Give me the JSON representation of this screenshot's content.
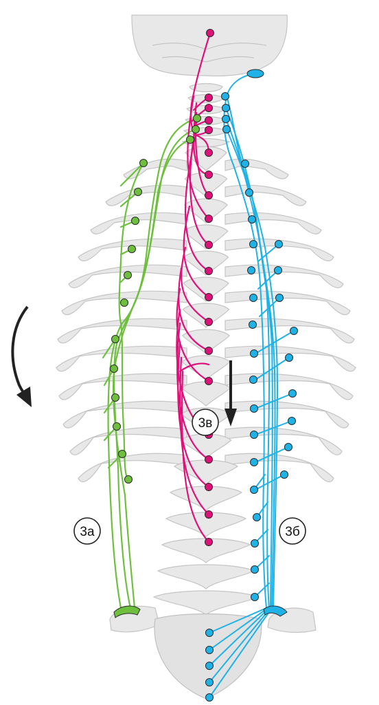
{
  "labels": {
    "left": "3а",
    "right": "3б",
    "center": "3в"
  },
  "colors": {
    "green": "#6fbf3f",
    "magenta": "#e0107a",
    "cyan": "#1fb2e6",
    "bone": "#e8e8e8",
    "bone_outline": "#c4c4c4",
    "arrow": "#222222"
  }
}
